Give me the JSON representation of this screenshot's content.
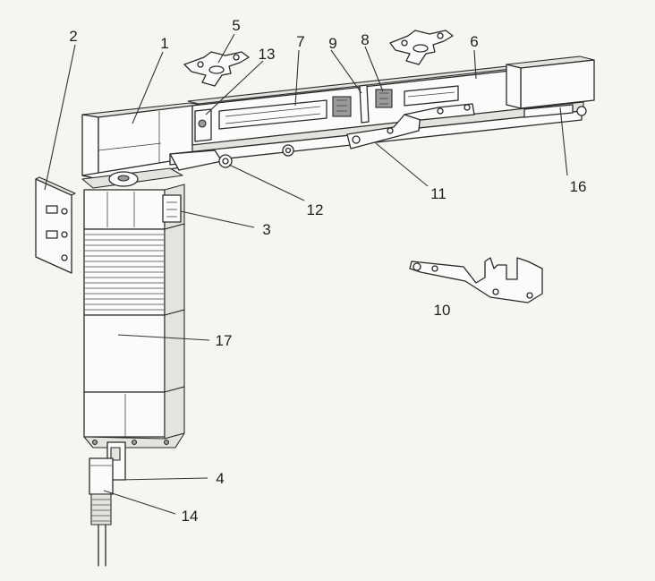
{
  "labels": {
    "l1": "1",
    "l2": "2",
    "l3": "3",
    "l4": "4",
    "l5": "5",
    "l6": "6",
    "l7": "7",
    "l8": "8",
    "l9": "9",
    "l10": "10",
    "l11": "11",
    "l12": "12",
    "l13": "13",
    "l14": "14",
    "l16": "16",
    "l17": "17"
  }
}
